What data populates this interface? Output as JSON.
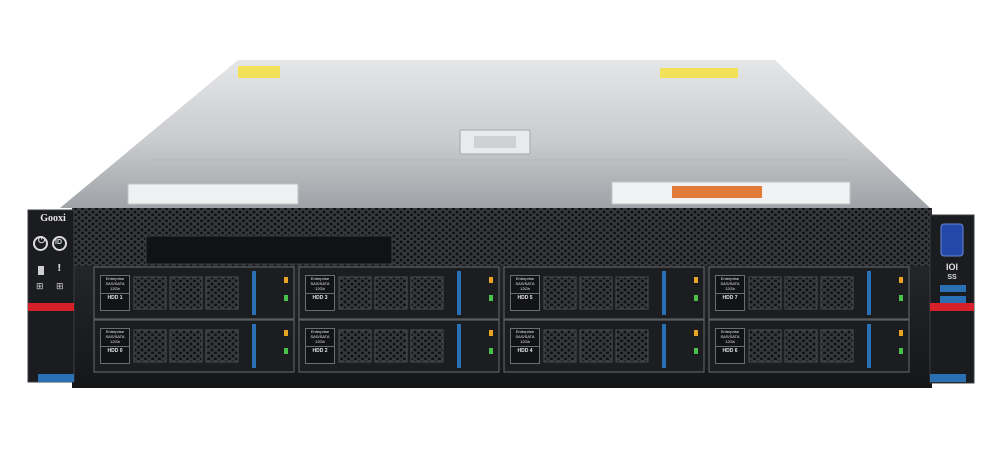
{
  "brand": {
    "name": "Gooxi"
  },
  "colors": {
    "body_top": "#d7d9dc",
    "body_top_dark": "#8e9196",
    "front_panel": "#1d1e21",
    "mesh": "#2c2e32",
    "accent_red": "#d6212a",
    "accent_blue": "#2b6fb5",
    "led_green": "#49c24b",
    "led_amber": "#e8a424",
    "vga_blue": "#2448a8"
  },
  "left_ear": {
    "power_icon": "power-icon",
    "id_icon_label": "ID",
    "status_icons": [
      "hdd-activity-icon",
      "alert-icon",
      "network-icon",
      "network-icon"
    ]
  },
  "right_ear": {
    "port_label": "IOI",
    "usb_label": "SS"
  },
  "drive_label_lines": [
    "Enterprise",
    "SAS/SATA",
    "12Gb"
  ],
  "drive_bays": [
    {
      "name": "HDD 1"
    },
    {
      "name": "HDD 3"
    },
    {
      "name": "HDD 5"
    },
    {
      "name": "HDD 7"
    },
    {
      "name": "HDD 0"
    },
    {
      "name": "HDD 2"
    },
    {
      "name": "HDD 4"
    },
    {
      "name": "HDD 6"
    }
  ]
}
